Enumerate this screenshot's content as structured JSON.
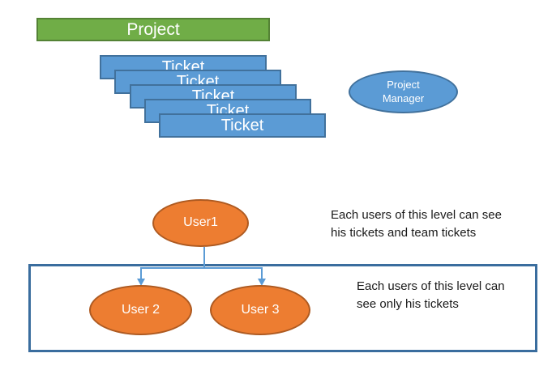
{
  "diagram": {
    "project": {
      "label": "Project"
    },
    "tickets": [
      {
        "label": "Ticket"
      },
      {
        "label": "Ticket"
      },
      {
        "label": "Ticket"
      },
      {
        "label": "Ticket"
      },
      {
        "label": "Ticket"
      }
    ],
    "project_manager": {
      "line1": "Project",
      "line2": "Manager"
    },
    "users": {
      "user1": {
        "label": "User1"
      },
      "user2": {
        "label": "User 2"
      },
      "user3": {
        "label": "User 3"
      }
    },
    "annotations": {
      "level1": {
        "line1": "Each users of this level can see",
        "line2": "his tickets and team tickets"
      },
      "level2": {
        "line1": "Each users of this level can",
        "line2": "see only his tickets"
      }
    },
    "colors": {
      "project_fill": "#70AD47",
      "project_border": "#548235",
      "ticket_fill": "#5B9BD5",
      "ticket_border": "#41719C",
      "user_fill": "#ED7D31",
      "user_border": "#AE5A21",
      "team_box_border": "#3A6D9E",
      "connector": "#5B9BD5",
      "annotation_text": "#1a1a1a"
    }
  }
}
